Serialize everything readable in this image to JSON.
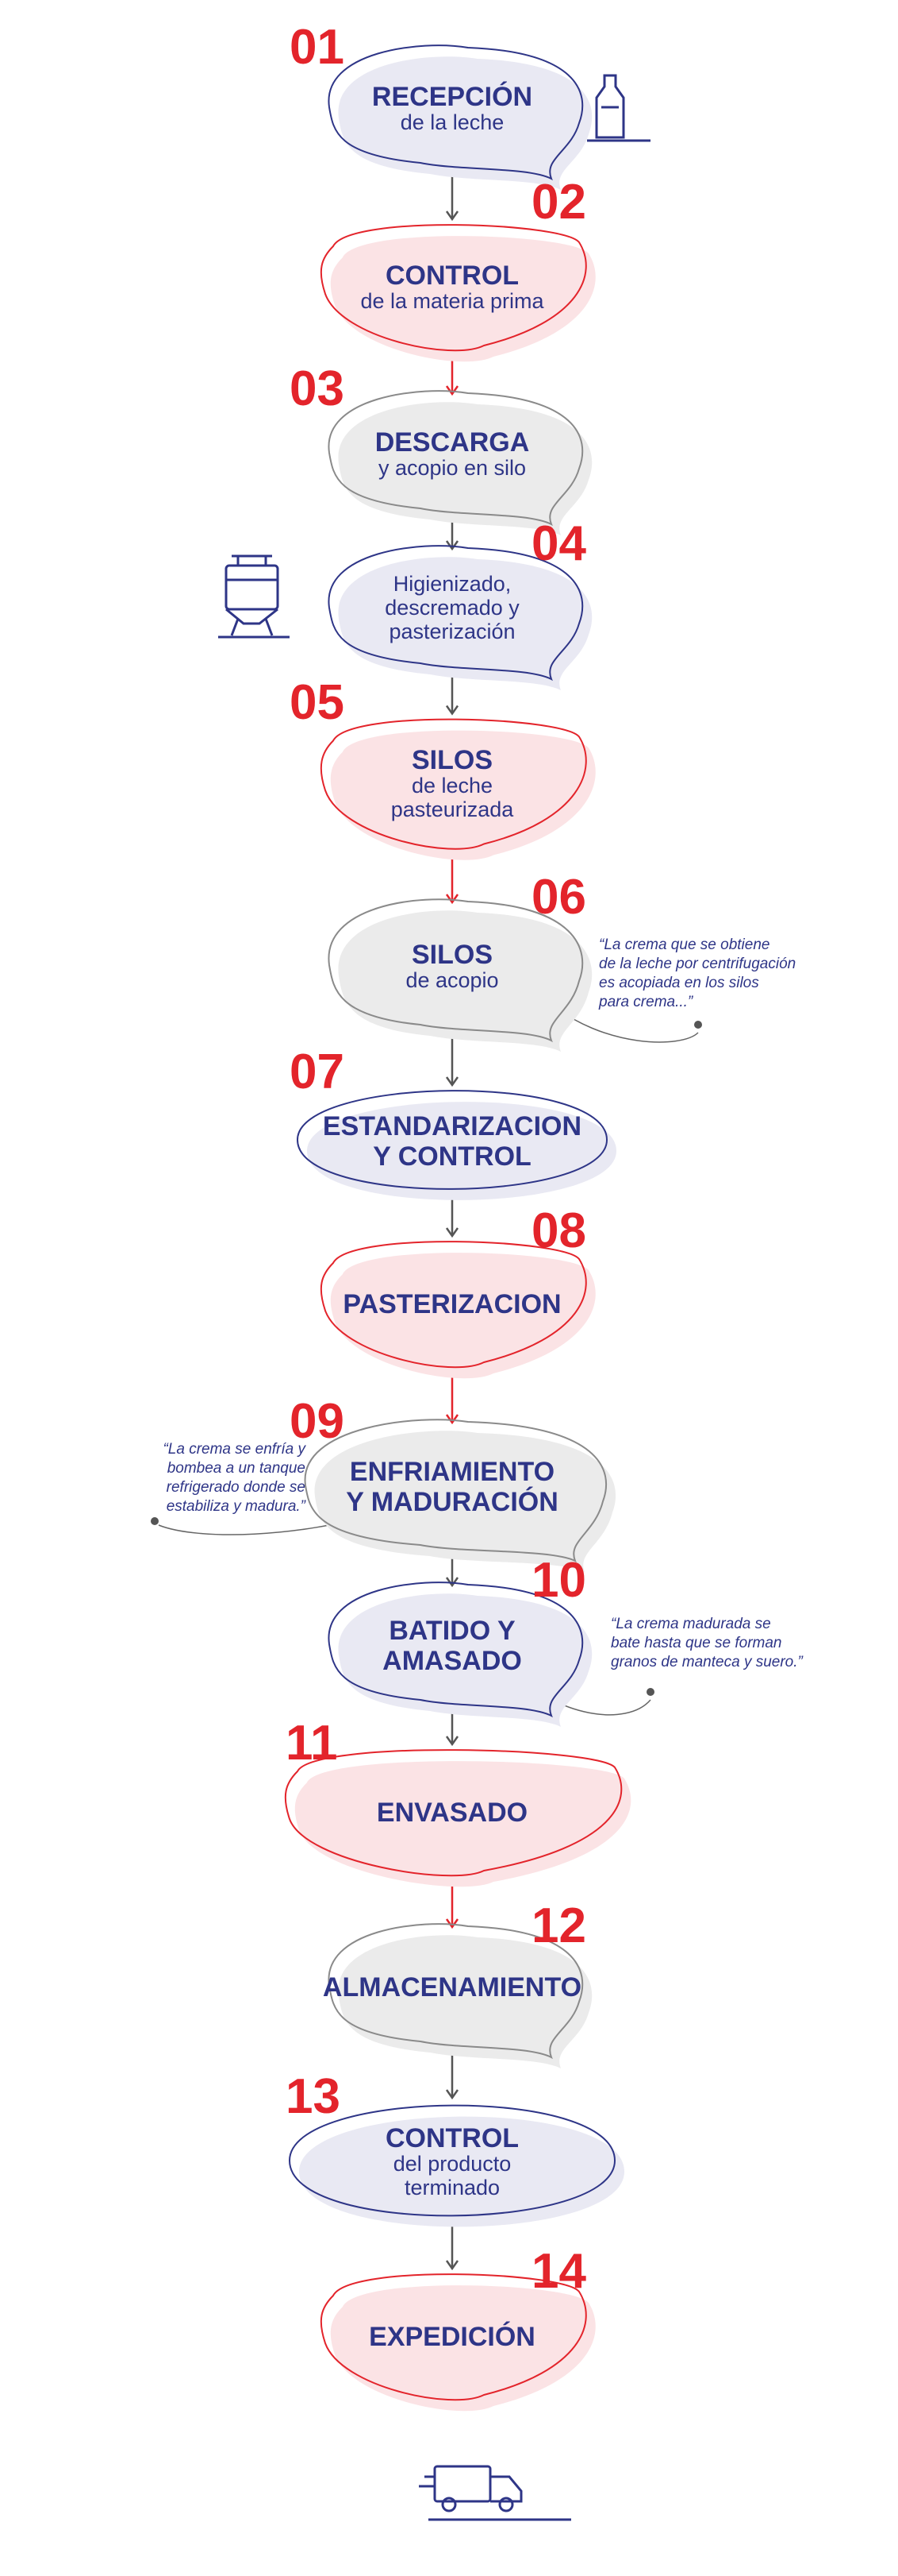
{
  "colors": {
    "navy": "#2e3587",
    "red": "#e3242b",
    "pink_fill": "#fbe3e5",
    "gray_fill": "#ebebeb",
    "lavender_fill": "#e9e9f3"
  },
  "icons": {
    "start": "milk-bottle-icon",
    "step4": "pasteurizer-tank-icon",
    "end": "delivery-truck-icon"
  },
  "steps": [
    {
      "number": "01",
      "lines": [
        "RECEPCIÓN",
        "de la leche"
      ]
    },
    {
      "number": "02",
      "lines": [
        "CONTROL",
        "de la materia prima"
      ]
    },
    {
      "number": "03",
      "lines": [
        "DESCARGA",
        "y acopio en silo"
      ]
    },
    {
      "number": "04",
      "lines": [
        "Higienizado,",
        "descremado y",
        "pasterización"
      ]
    },
    {
      "number": "05",
      "lines": [
        "SILOS",
        "de leche",
        "pasteurizada"
      ]
    },
    {
      "number": "06",
      "lines": [
        "SILOS",
        "de acopio"
      ]
    },
    {
      "number": "07",
      "lines": [
        "ESTANDARIZACION",
        "Y CONTROL"
      ]
    },
    {
      "number": "08",
      "lines": [
        "PASTERIZACION"
      ]
    },
    {
      "number": "09",
      "lines": [
        "ENFRIAMIENTO",
        "Y MADURACIÓN"
      ]
    },
    {
      "number": "10",
      "lines": [
        "BATIDO Y",
        "AMASADO"
      ]
    },
    {
      "number": "11",
      "lines": [
        "ENVASADO"
      ]
    },
    {
      "number": "12",
      "lines": [
        "ALMACENAMIENTO"
      ]
    },
    {
      "number": "13",
      "lines": [
        "CONTROL",
        "del producto",
        "terminado"
      ]
    },
    {
      "number": "14",
      "lines": [
        "EXPEDICIÓN"
      ]
    }
  ],
  "notes": [
    {
      "step": "06",
      "lines": [
        "“La crema que se obtiene",
        "de la leche por centrifugación",
        "es acopiada en los silos",
        "para crema...”"
      ]
    },
    {
      "step": "09",
      "lines": [
        "“La crema se enfría y",
        "bombea a un tanque",
        "refrigerado donde se",
        "estabiliza y madura.”"
      ]
    },
    {
      "step": "10",
      "lines": [
        "“La crema madurada se",
        "bate hasta que se forman",
        "granos de manteca y suero.”"
      ]
    }
  ]
}
